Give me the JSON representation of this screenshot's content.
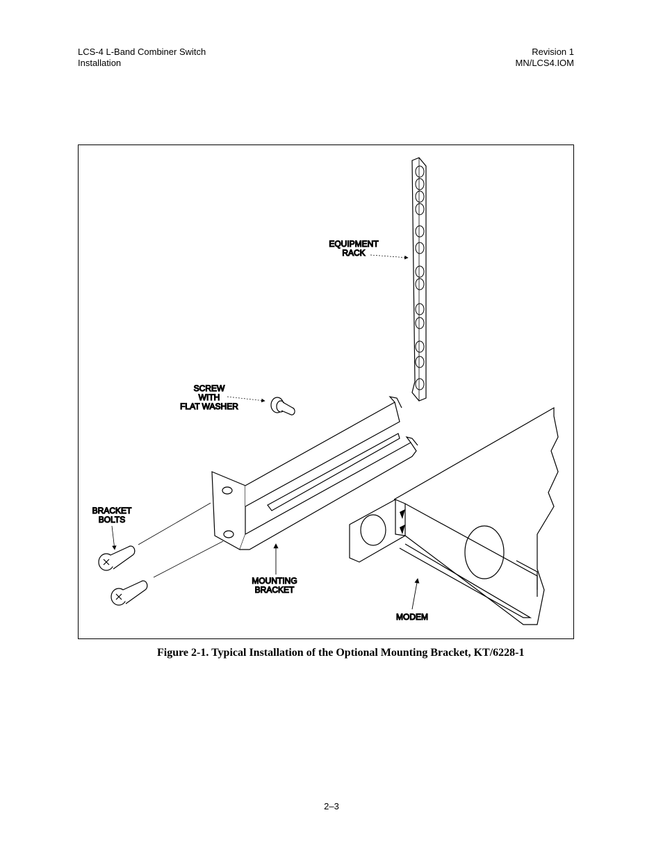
{
  "header": {
    "left_line1": "LCS-4 L-Band Combiner Switch",
    "left_line2": "Installation",
    "right_line1": "Revision 1",
    "right_line2": "MN/LCS4.IOM"
  },
  "figure": {
    "labels": {
      "equipment_rack_1": "EQUIPMENT",
      "equipment_rack_2": "RACK",
      "screw_1": "SCREW",
      "screw_2": "WITH",
      "screw_3": "FLAT WASHER",
      "bracket_bolts_1": "BRACKET",
      "bracket_bolts_2": "BOLTS",
      "mounting_bracket_1": "MOUNTING",
      "mounting_bracket_2": "BRACKET",
      "modem": "MODEM"
    },
    "caption": "Figure 2-1. Typical Installation of the Optional Mounting Bracket, KT/6228-1"
  },
  "footer": {
    "page_number": "2–3"
  }
}
